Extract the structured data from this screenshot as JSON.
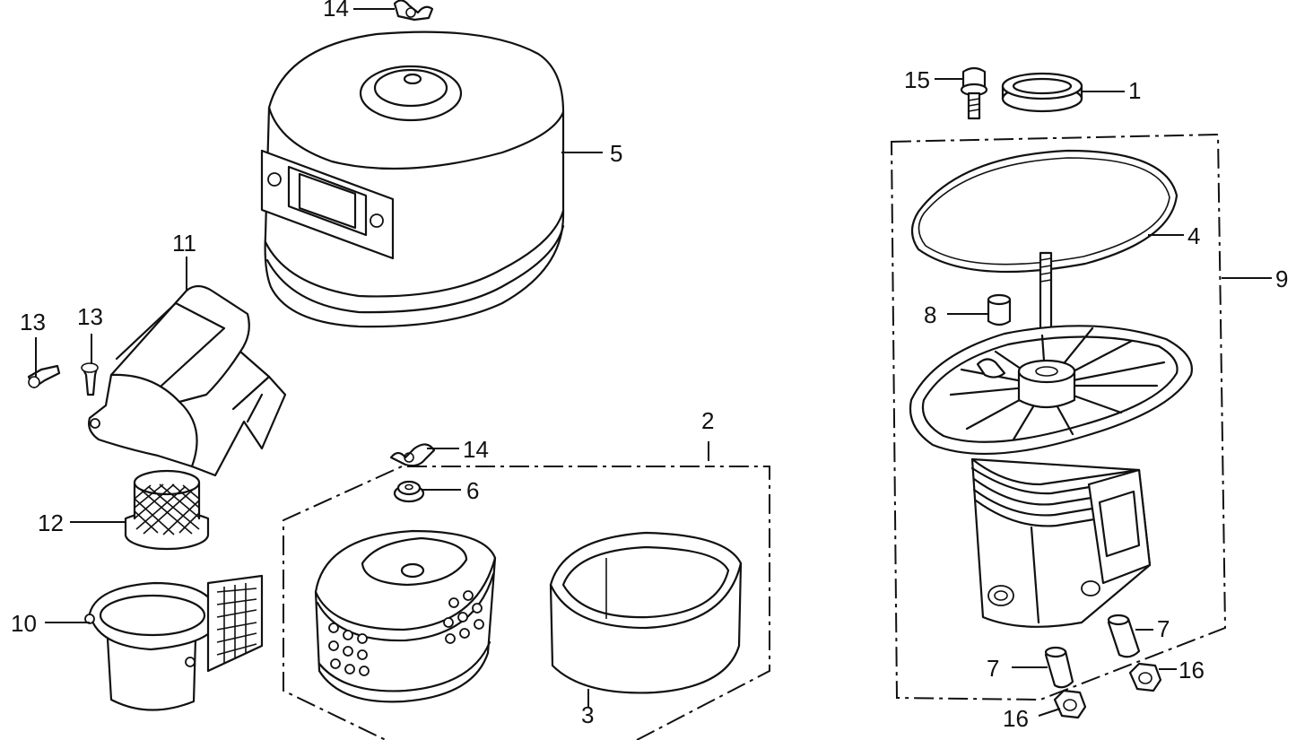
{
  "callouts": [
    {
      "id": "c14a",
      "text": "14"
    },
    {
      "id": "c5",
      "text": "5"
    },
    {
      "id": "c15",
      "text": "15"
    },
    {
      "id": "c1",
      "text": "1"
    },
    {
      "id": "c4",
      "text": "4"
    },
    {
      "id": "c9",
      "text": "9"
    },
    {
      "id": "c8",
      "text": "8"
    },
    {
      "id": "c11",
      "text": "11"
    },
    {
      "id": "c13a",
      "text": "13"
    },
    {
      "id": "c13b",
      "text": "13"
    },
    {
      "id": "c2",
      "text": "2"
    },
    {
      "id": "c14b",
      "text": "14"
    },
    {
      "id": "c6",
      "text": "6"
    },
    {
      "id": "c12",
      "text": "12"
    },
    {
      "id": "c10",
      "text": "10"
    },
    {
      "id": "c3",
      "text": "3"
    },
    {
      "id": "c7a",
      "text": "7"
    },
    {
      "id": "c7b",
      "text": "7"
    },
    {
      "id": "c16a",
      "text": "16"
    },
    {
      "id": "c16b",
      "text": "16"
    }
  ],
  "parts": [
    {
      "number": "1",
      "icon": "clamp-ring-icon"
    },
    {
      "number": "2",
      "icon": "element-assembly-bracket"
    },
    {
      "number": "3",
      "icon": "outer-foam-element-icon"
    },
    {
      "number": "4",
      "icon": "gasket-icon"
    },
    {
      "number": "5",
      "icon": "air-cleaner-cover-icon"
    },
    {
      "number": "6",
      "icon": "grommet-icon"
    },
    {
      "number": "7",
      "icon": "collar-icon"
    },
    {
      "number": "8",
      "icon": "collar-icon"
    },
    {
      "number": "9",
      "icon": "case-assembly-bracket"
    },
    {
      "number": "10",
      "icon": "cyclone-case-icon"
    },
    {
      "number": "11",
      "icon": "duct-cover-icon"
    },
    {
      "number": "12",
      "icon": "screen-icon"
    },
    {
      "number": "13",
      "icon": "screw-icon"
    },
    {
      "number": "14",
      "icon": "wing-nut-icon"
    },
    {
      "number": "15",
      "icon": "bolt-icon"
    },
    {
      "number": "16",
      "icon": "nut-icon"
    }
  ]
}
